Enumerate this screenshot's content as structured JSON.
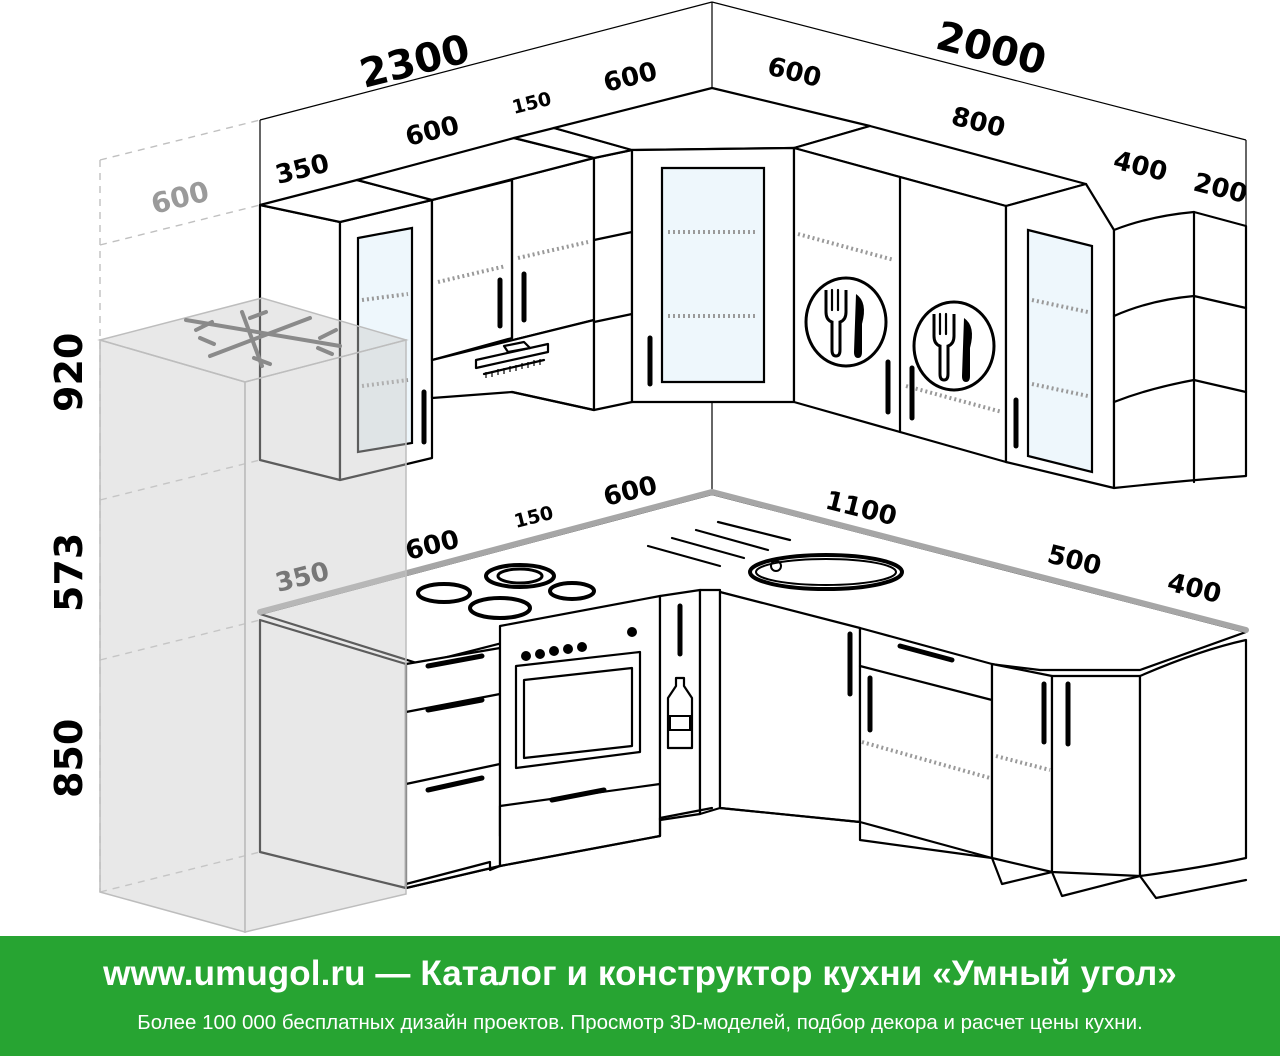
{
  "dimensions": {
    "upper_total_left": "2300",
    "upper_total_right": "2000",
    "upper_left": [
      "350",
      "600",
      "150",
      "600"
    ],
    "upper_right": [
      "600",
      "800",
      "400",
      "200"
    ],
    "fridge_depth": "600",
    "lower_left": [
      "350",
      "600",
      "150",
      "600"
    ],
    "lower_right": [
      "1100",
      "500",
      "400"
    ],
    "heights": [
      "920",
      "573",
      "850"
    ]
  },
  "banner": {
    "title": "www.umugol.ru — Каталог и конструктор кухни «Умный угол»",
    "subtitle": "Более 100 000 бесплатных дизайн проектов. Просмотр 3D-моделей, подбор декора и расчет цены кухни."
  },
  "colors": {
    "banner": "#27a432",
    "countertop_edge": "#a6a6a6",
    "fridge": "#cdcdcd"
  },
  "icons": [
    "snowflake-icon",
    "fork-knife-icon",
    "bottle-icon",
    "range-hood-icon",
    "cooktop-burner-icon",
    "sink-icon"
  ]
}
